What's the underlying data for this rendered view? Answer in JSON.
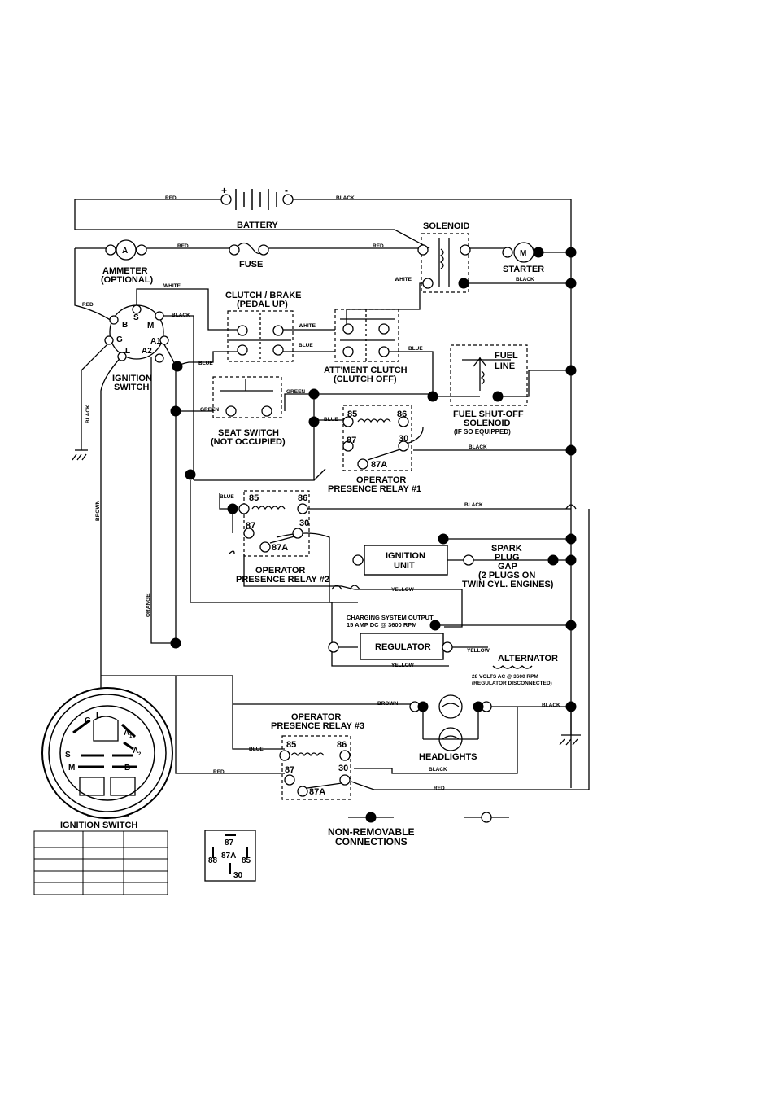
{
  "battery": {
    "label": "BATTERY",
    "plus": "+",
    "minus": "-"
  },
  "solenoid": {
    "label": "SOLENOID"
  },
  "starter": {
    "label": "STARTER",
    "symbol": "M"
  },
  "ammeter": {
    "line1": "AMMETER",
    "line2": "(OPTIONAL)",
    "symbol": "A"
  },
  "fuse": {
    "label": "FUSE"
  },
  "clutch_brake": {
    "line1": "CLUTCH / BRAKE",
    "line2": "(PEDAL UP)"
  },
  "attachment_clutch": {
    "line1": "ATT'MENT CLUTCH",
    "line2": "(CLUTCH OFF)"
  },
  "fuel_line": {
    "line1": "FUEL",
    "line2": "LINE"
  },
  "fuel_shutoff": {
    "line1": "FUEL SHUT-OFF",
    "line2": "SOLENOID",
    "line3": "(IF SO EQUIPPED)"
  },
  "ignition_switch": {
    "line1": "IGNITION",
    "line2": "SWITCH",
    "terminals": {
      "s": "S",
      "b": "B",
      "m": "M",
      "g": "G",
      "a1": "A1",
      "l": "L",
      "a2": "A2"
    }
  },
  "seat_switch": {
    "line1": "SEAT SWITCH",
    "line2": "(NOT OCCUPIED)"
  },
  "relay1": {
    "line1": "OPERATOR",
    "line2": "PRESENCE RELAY #1",
    "t85": "85",
    "t86": "86",
    "t87": "87",
    "t30": "30",
    "t87a": "87A"
  },
  "relay2": {
    "line1": "OPERATOR",
    "line2": "PRESENCE RELAY #2",
    "t85": "85",
    "t86": "86",
    "t87": "87",
    "t30": "30",
    "t87a": "87A"
  },
  "relay3": {
    "line1": "OPERATOR",
    "line2": "PRESENCE RELAY #3",
    "t85": "85",
    "t86": "86",
    "t87": "87",
    "t30": "30",
    "t87a": "87A"
  },
  "ignition_unit": {
    "line1": "IGNITION",
    "line2": "UNIT"
  },
  "spark_plug": {
    "line1": "SPARK",
    "line2": "PLUG",
    "line3": "GAP",
    "line4": "(2 PLUGS ON",
    "line5": "TWIN CYL. ENGINES)"
  },
  "charging": {
    "line1": "CHARGING SYSTEM OUTPUT",
    "line2": "15 AMP DC @ 3600 RPM"
  },
  "regulator": {
    "label": "REGULATOR"
  },
  "alternator": {
    "label": "ALTERNATOR",
    "note1": "28 VOLTS AC @ 3600 RPM",
    "note2": "(REGULATOR DISCONNECTED)"
  },
  "headlights": {
    "label": "HEADLIGHTS"
  },
  "legend": {
    "line1": "NON-REMOVABLE",
    "line2": "CONNECTIONS"
  },
  "switch_view": {
    "title": "IGNITION SWITCH",
    "terminals": {
      "g": "G",
      "l": "L",
      "a1": "A",
      "a1sub": "1",
      "a2": "A",
      "a2sub": "2",
      "s": "S",
      "m": "M",
      "b": "B"
    }
  },
  "relay_key": {
    "t87": "87",
    "t87a": "87A",
    "t88": "88",
    "t85": "85",
    "t30": "30"
  },
  "wires": {
    "red": "RED",
    "black": "BLACK",
    "white": "WHITE",
    "blue": "BLUE",
    "green": "GREEN",
    "brown": "BROWN",
    "orange": "ORANGE",
    "yellow": "YELLOW"
  }
}
